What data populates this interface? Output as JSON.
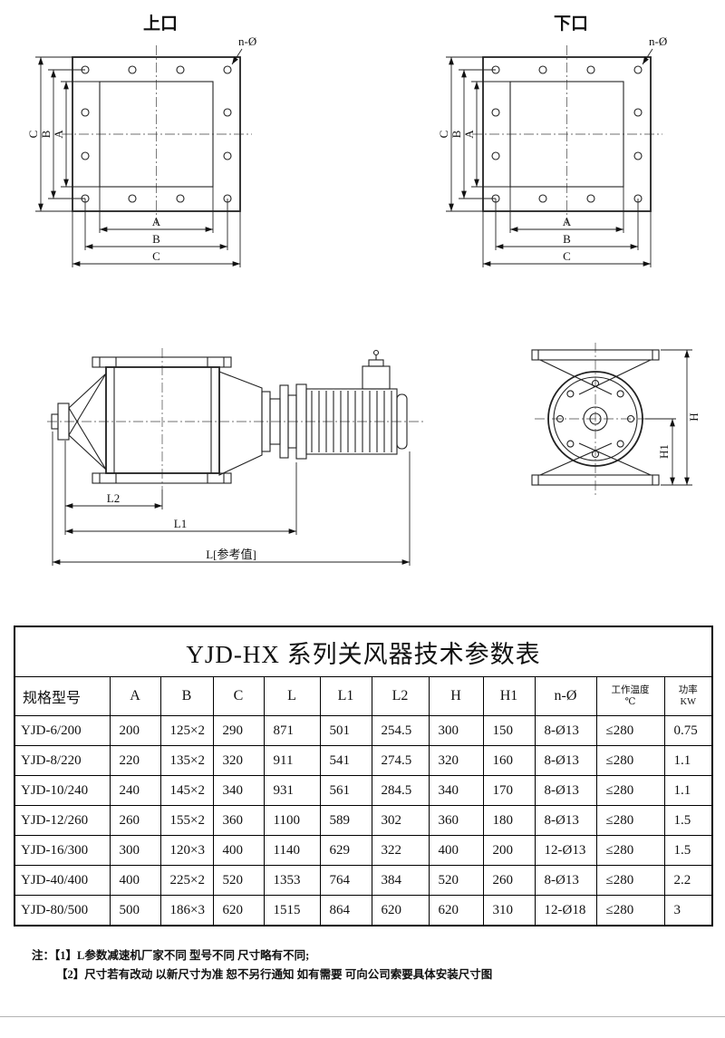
{
  "drawings": {
    "top_port": {
      "title": "上口",
      "labels": {
        "n": "n-Ø",
        "a": "A",
        "b": "B",
        "c": "C"
      }
    },
    "bottom_port": {
      "title": "下口",
      "labels": {
        "n": "n-Ø",
        "a": "A",
        "b": "B",
        "c": "C"
      }
    },
    "side_view": {
      "labels": {
        "l2": "L2",
        "l1": "L1",
        "l_ref": "L[参考值]"
      }
    },
    "end_view": {
      "labels": {
        "h": "H",
        "h1": "H1"
      }
    }
  },
  "table": {
    "title": "YJD-HX 系列关风器技术参数表",
    "headers": {
      "model": "规格型号",
      "a": "A",
      "b": "B",
      "c": "C",
      "l": "L",
      "l1": "L1",
      "l2": "L2",
      "h": "H",
      "h1": "H1",
      "n": "n-Ø",
      "temp_top": "工作温度",
      "temp_unit": "℃",
      "power_top": "功率",
      "power_unit": "KW"
    },
    "rows": [
      {
        "model": "YJD-6/200",
        "a": "200",
        "b": "125×2",
        "c": "290",
        "l": "871",
        "l1": "501",
        "l2": "254.5",
        "h": "300",
        "h1": "150",
        "n": "8-Ø13",
        "temp": "≤280",
        "power": "0.75"
      },
      {
        "model": "YJD-8/220",
        "a": "220",
        "b": "135×2",
        "c": "320",
        "l": "911",
        "l1": "541",
        "l2": "274.5",
        "h": "320",
        "h1": "160",
        "n": "8-Ø13",
        "temp": "≤280",
        "power": "1.1"
      },
      {
        "model": "YJD-10/240",
        "a": "240",
        "b": "145×2",
        "c": "340",
        "l": "931",
        "l1": "561",
        "l2": "284.5",
        "h": "340",
        "h1": "170",
        "n": "8-Ø13",
        "temp": "≤280",
        "power": "1.1"
      },
      {
        "model": "YJD-12/260",
        "a": "260",
        "b": "155×2",
        "c": "360",
        "l": "1100",
        "l1": "589",
        "l2": "302",
        "h": "360",
        "h1": "180",
        "n": "8-Ø13",
        "temp": "≤280",
        "power": "1.5"
      },
      {
        "model": "YJD-16/300",
        "a": "300",
        "b": "120×3",
        "c": "400",
        "l": "1140",
        "l1": "629",
        "l2": "322",
        "h": "400",
        "h1": "200",
        "n": "12-Ø13",
        "temp": "≤280",
        "power": "1.5"
      },
      {
        "model": "YJD-40/400",
        "a": "400",
        "b": "225×2",
        "c": "520",
        "l": "1353",
        "l1": "764",
        "l2": "384",
        "h": "520",
        "h1": "260",
        "n": "8-Ø13",
        "temp": "≤280",
        "power": "2.2"
      },
      {
        "model": "YJD-80/500",
        "a": "500",
        "b": "186×3",
        "c": "620",
        "l": "1515",
        "l1": "864",
        "l2": "620",
        "h": "620",
        "h1": "310",
        "n": "12-Ø18",
        "temp": "≤280",
        "power": "3"
      }
    ]
  },
  "notes": {
    "prefix": "注：",
    "line1": "【1】L参数减速机厂家不同 型号不同 尺寸略有不同;",
    "line2": "【2】尺寸若有改动 以新尺寸为准 恕不另行通知 如有需要 可向公司索要具体安装尺寸图"
  }
}
